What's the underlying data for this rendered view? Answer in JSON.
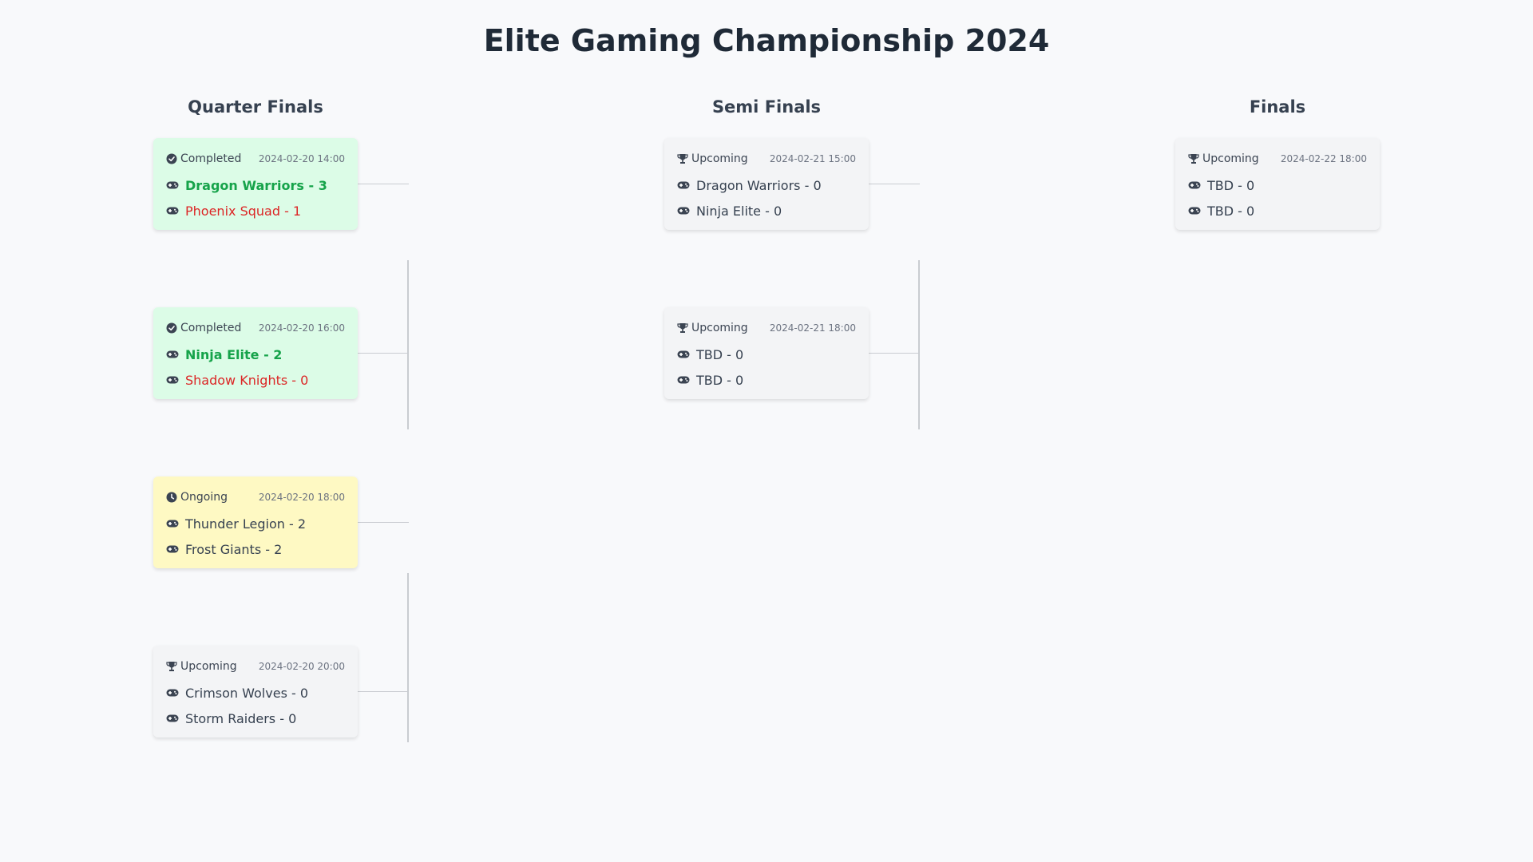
{
  "title": "Elite Gaming Championship 2024",
  "rounds": [
    {
      "name": "Quarter Finals",
      "matches": [
        {
          "status": "Completed",
          "time": "2024-02-20 14:00",
          "team1": "Dragon Warriors - 3",
          "team2": "Phoenix Squad - 1"
        },
        {
          "status": "Completed",
          "time": "2024-02-20 16:00",
          "team1": "Ninja Elite - 2",
          "team2": "Shadow Knights - 0"
        },
        {
          "status": "Ongoing",
          "time": "2024-02-20 18:00",
          "team1": "Thunder Legion - 2",
          "team2": "Frost Giants - 2"
        },
        {
          "status": "Upcoming",
          "time": "2024-02-20 20:00",
          "team1": "Crimson Wolves - 0",
          "team2": "Storm Raiders - 0"
        }
      ]
    },
    {
      "name": "Semi Finals",
      "matches": [
        {
          "status": "Upcoming",
          "time": "2024-02-21 15:00",
          "team1": "Dragon Warriors - 0",
          "team2": "Ninja Elite - 0"
        },
        {
          "status": "Upcoming",
          "time": "2024-02-21 18:00",
          "team1": "TBD - 0",
          "team2": "TBD - 0"
        }
      ]
    },
    {
      "name": "Finals",
      "matches": [
        {
          "status": "Upcoming",
          "time": "2024-02-22 18:00",
          "team1": "TBD - 0",
          "team2": "TBD - 0"
        }
      ]
    }
  ],
  "status_icons": {
    "Completed": "check-circle-icon",
    "Ongoing": "clock-icon",
    "Upcoming": "trophy-icon"
  },
  "team_icon": "gamepad-icon",
  "colors": {
    "completed_bg": "#dcfce7",
    "ongoing_bg": "#fef9c3",
    "upcoming_bg": "#f3f4f6",
    "winner": "#16a34a",
    "loser": "#dc2626"
  }
}
